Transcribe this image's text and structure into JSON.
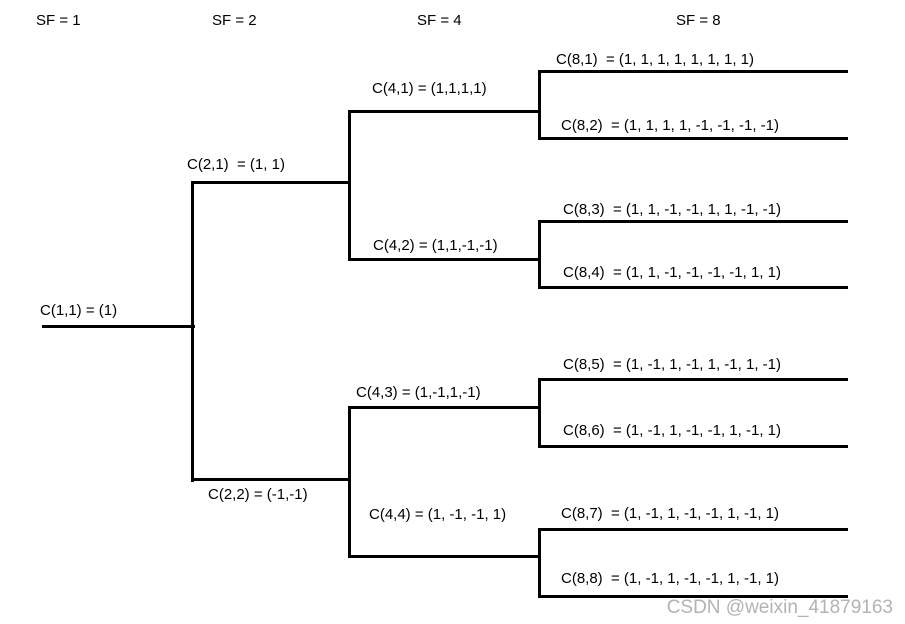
{
  "diagram_type": "ovsf-code-tree",
  "columns": [
    {
      "label": "SF = 1"
    },
    {
      "label": "SF = 2"
    },
    {
      "label": "SF = 4"
    },
    {
      "label": "SF = 8"
    }
  ],
  "nodes": {
    "c11": {
      "code": "C(1,1)",
      "sf": 1,
      "sequence": [
        1
      ],
      "label": "C(1,1) = (1)"
    },
    "c21": {
      "code": "C(2,1)",
      "sf": 2,
      "sequence": [
        1,
        1
      ],
      "label": "C(2,1)  = (1, 1)"
    },
    "c22": {
      "code": "C(2,2)",
      "sf": 2,
      "sequence": [
        -1,
        -1
      ],
      "label": "C(2,2) = (-1,-1)"
    },
    "c41": {
      "code": "C(4,1)",
      "sf": 4,
      "sequence": [
        1,
        1,
        1,
        1
      ],
      "label": "C(4,1) = (1,1,1,1)"
    },
    "c42": {
      "code": "C(4,2)",
      "sf": 4,
      "sequence": [
        1,
        1,
        -1,
        -1
      ],
      "label": "C(4,2) = (1,1,-1,-1)"
    },
    "c43": {
      "code": "C(4,3)",
      "sf": 4,
      "sequence": [
        1,
        -1,
        1,
        -1
      ],
      "label": "C(4,3) = (1,-1,1,-1)"
    },
    "c44": {
      "code": "C(4,4)",
      "sf": 4,
      "sequence": [
        1,
        -1,
        -1,
        1
      ],
      "label": "C(4,4) = (1, -1, -1, 1)"
    },
    "c81": {
      "code": "C(8,1)",
      "sf": 8,
      "sequence": [
        1,
        1,
        1,
        1,
        1,
        1,
        1,
        1
      ],
      "label": "C(8,1)  = (1, 1, 1, 1, 1, 1, 1, 1)"
    },
    "c82": {
      "code": "C(8,2)",
      "sf": 8,
      "sequence": [
        1,
        1,
        1,
        1,
        -1,
        -1,
        -1,
        -1
      ],
      "label": "C(8,2)  = (1, 1, 1, 1, -1, -1, -1, -1)"
    },
    "c83": {
      "code": "C(8,3)",
      "sf": 8,
      "sequence": [
        1,
        1,
        -1,
        -1,
        1,
        1,
        -1,
        -1
      ],
      "label": "C(8,3)  = (1, 1, -1, -1, 1, 1, -1, -1)"
    },
    "c84": {
      "code": "C(8,4)",
      "sf": 8,
      "sequence": [
        1,
        1,
        -1,
        -1,
        -1,
        -1,
        1,
        1
      ],
      "label": "C(8,4)  = (1, 1, -1, -1, -1, -1, 1, 1)"
    },
    "c85": {
      "code": "C(8,5)",
      "sf": 8,
      "sequence": [
        1,
        -1,
        1,
        -1,
        1,
        -1,
        1,
        -1
      ],
      "label": "C(8,5)  = (1, -1, 1, -1, 1, -1, 1, -1)"
    },
    "c86": {
      "code": "C(8,6)",
      "sf": 8,
      "sequence": [
        1,
        -1,
        1,
        -1,
        -1,
        1,
        -1,
        1
      ],
      "label": "C(8,6)  = (1, -1, 1, -1, -1, 1, -1, 1)"
    },
    "c87": {
      "code": "C(8,7)",
      "sf": 8,
      "sequence": [
        1,
        -1,
        1,
        -1,
        -1,
        1,
        -1,
        1
      ],
      "label": "C(8,7)  = (1, -1, 1, -1, -1, 1, -1, 1)"
    },
    "c88": {
      "code": "C(8,8)",
      "sf": 8,
      "sequence": [
        1,
        -1,
        1,
        -1,
        -1,
        1,
        -1,
        1
      ],
      "label": "C(8,8)  = (1, -1, 1, -1, -1, 1, -1, 1)"
    }
  },
  "tree_edges": [
    {
      "parent": "c11",
      "children": [
        "c21",
        "c22"
      ]
    },
    {
      "parent": "c21",
      "children": [
        "c41",
        "c42"
      ]
    },
    {
      "parent": "c22",
      "children": [
        "c43",
        "c44"
      ]
    },
    {
      "parent": "c41",
      "children": [
        "c81",
        "c82"
      ]
    },
    {
      "parent": "c42",
      "children": [
        "c83",
        "c84"
      ]
    },
    {
      "parent": "c43",
      "children": [
        "c85",
        "c86"
      ]
    },
    {
      "parent": "c44",
      "children": [
        "c87",
        "c88"
      ]
    }
  ],
  "watermark": "CSDN @weixin_41879163",
  "colors": {
    "background": "#ffffff",
    "line": "#000000",
    "text": "#000000",
    "watermark": "#b3b3b3"
  }
}
